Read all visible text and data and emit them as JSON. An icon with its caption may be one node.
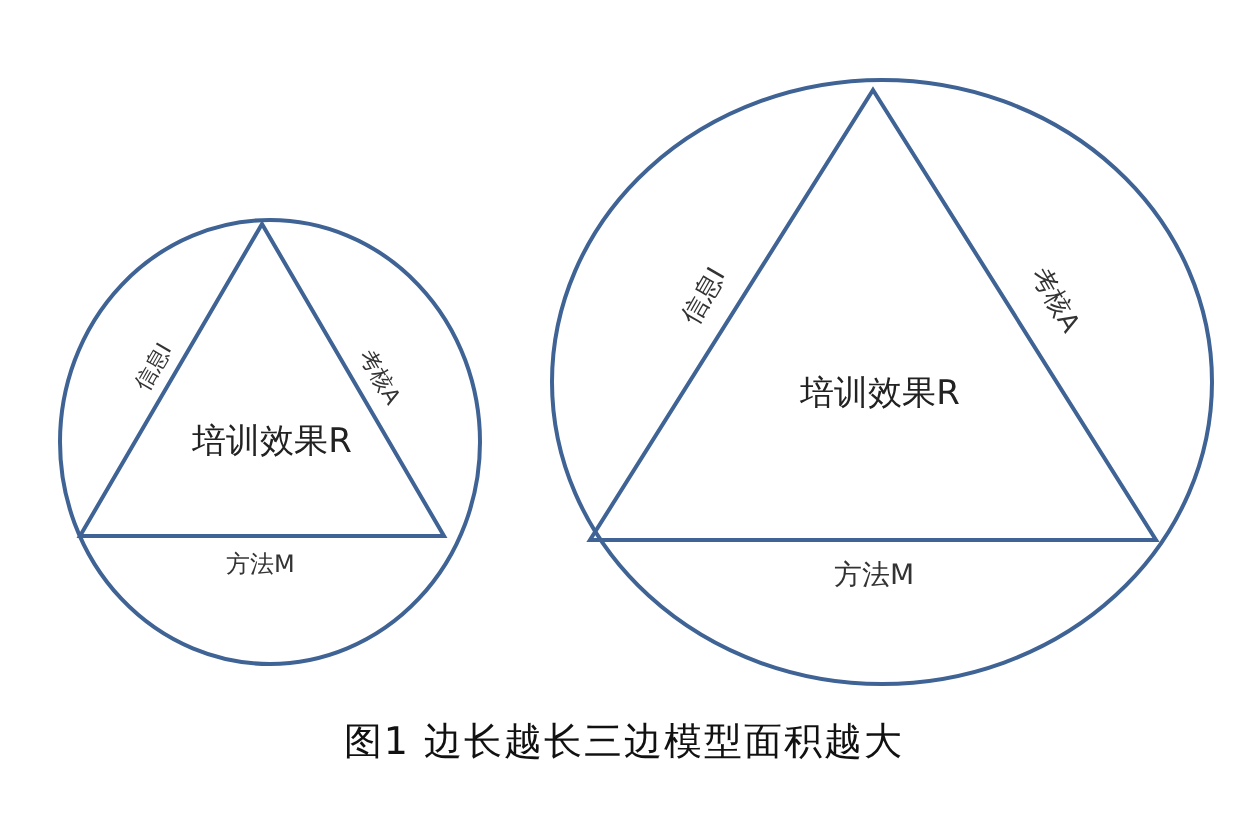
{
  "diagram": {
    "caption": "图1 边长越长三边模型面积越大",
    "nodes": [
      {
        "text": [],
        "shape": "circle"
      },
      {
        "text": [
          "培训效果R"
        ],
        "in": 0
      },
      {
        "text": [],
        "shape": "circle"
      },
      {
        "text": [
          "培训效果R"
        ],
        "in": 2
      }
    ],
    "labels": [
      "信息I",
      "考核A",
      "方法M",
      "信息I",
      "考核A",
      "方法M"
    ]
  }
}
